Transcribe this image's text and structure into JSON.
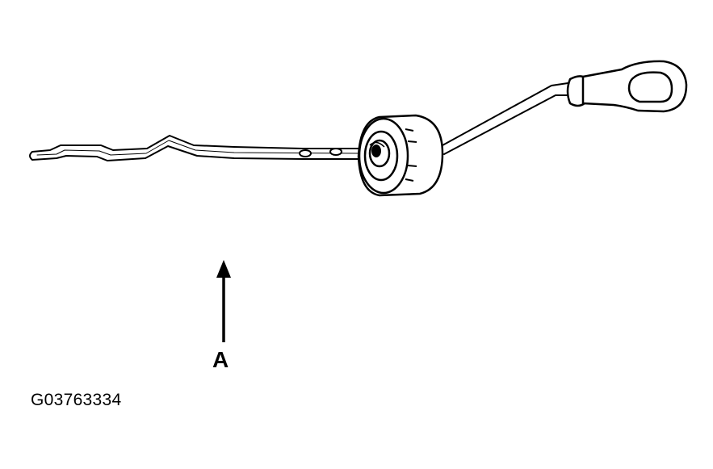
{
  "diagram": {
    "subject": "dipstick-illustration",
    "callouts": [
      {
        "label": "A",
        "points_to": "dipstick-blade"
      }
    ],
    "figure_id": "G03763334",
    "colors": {
      "ink": "#000000",
      "paper": "#ffffff"
    }
  }
}
